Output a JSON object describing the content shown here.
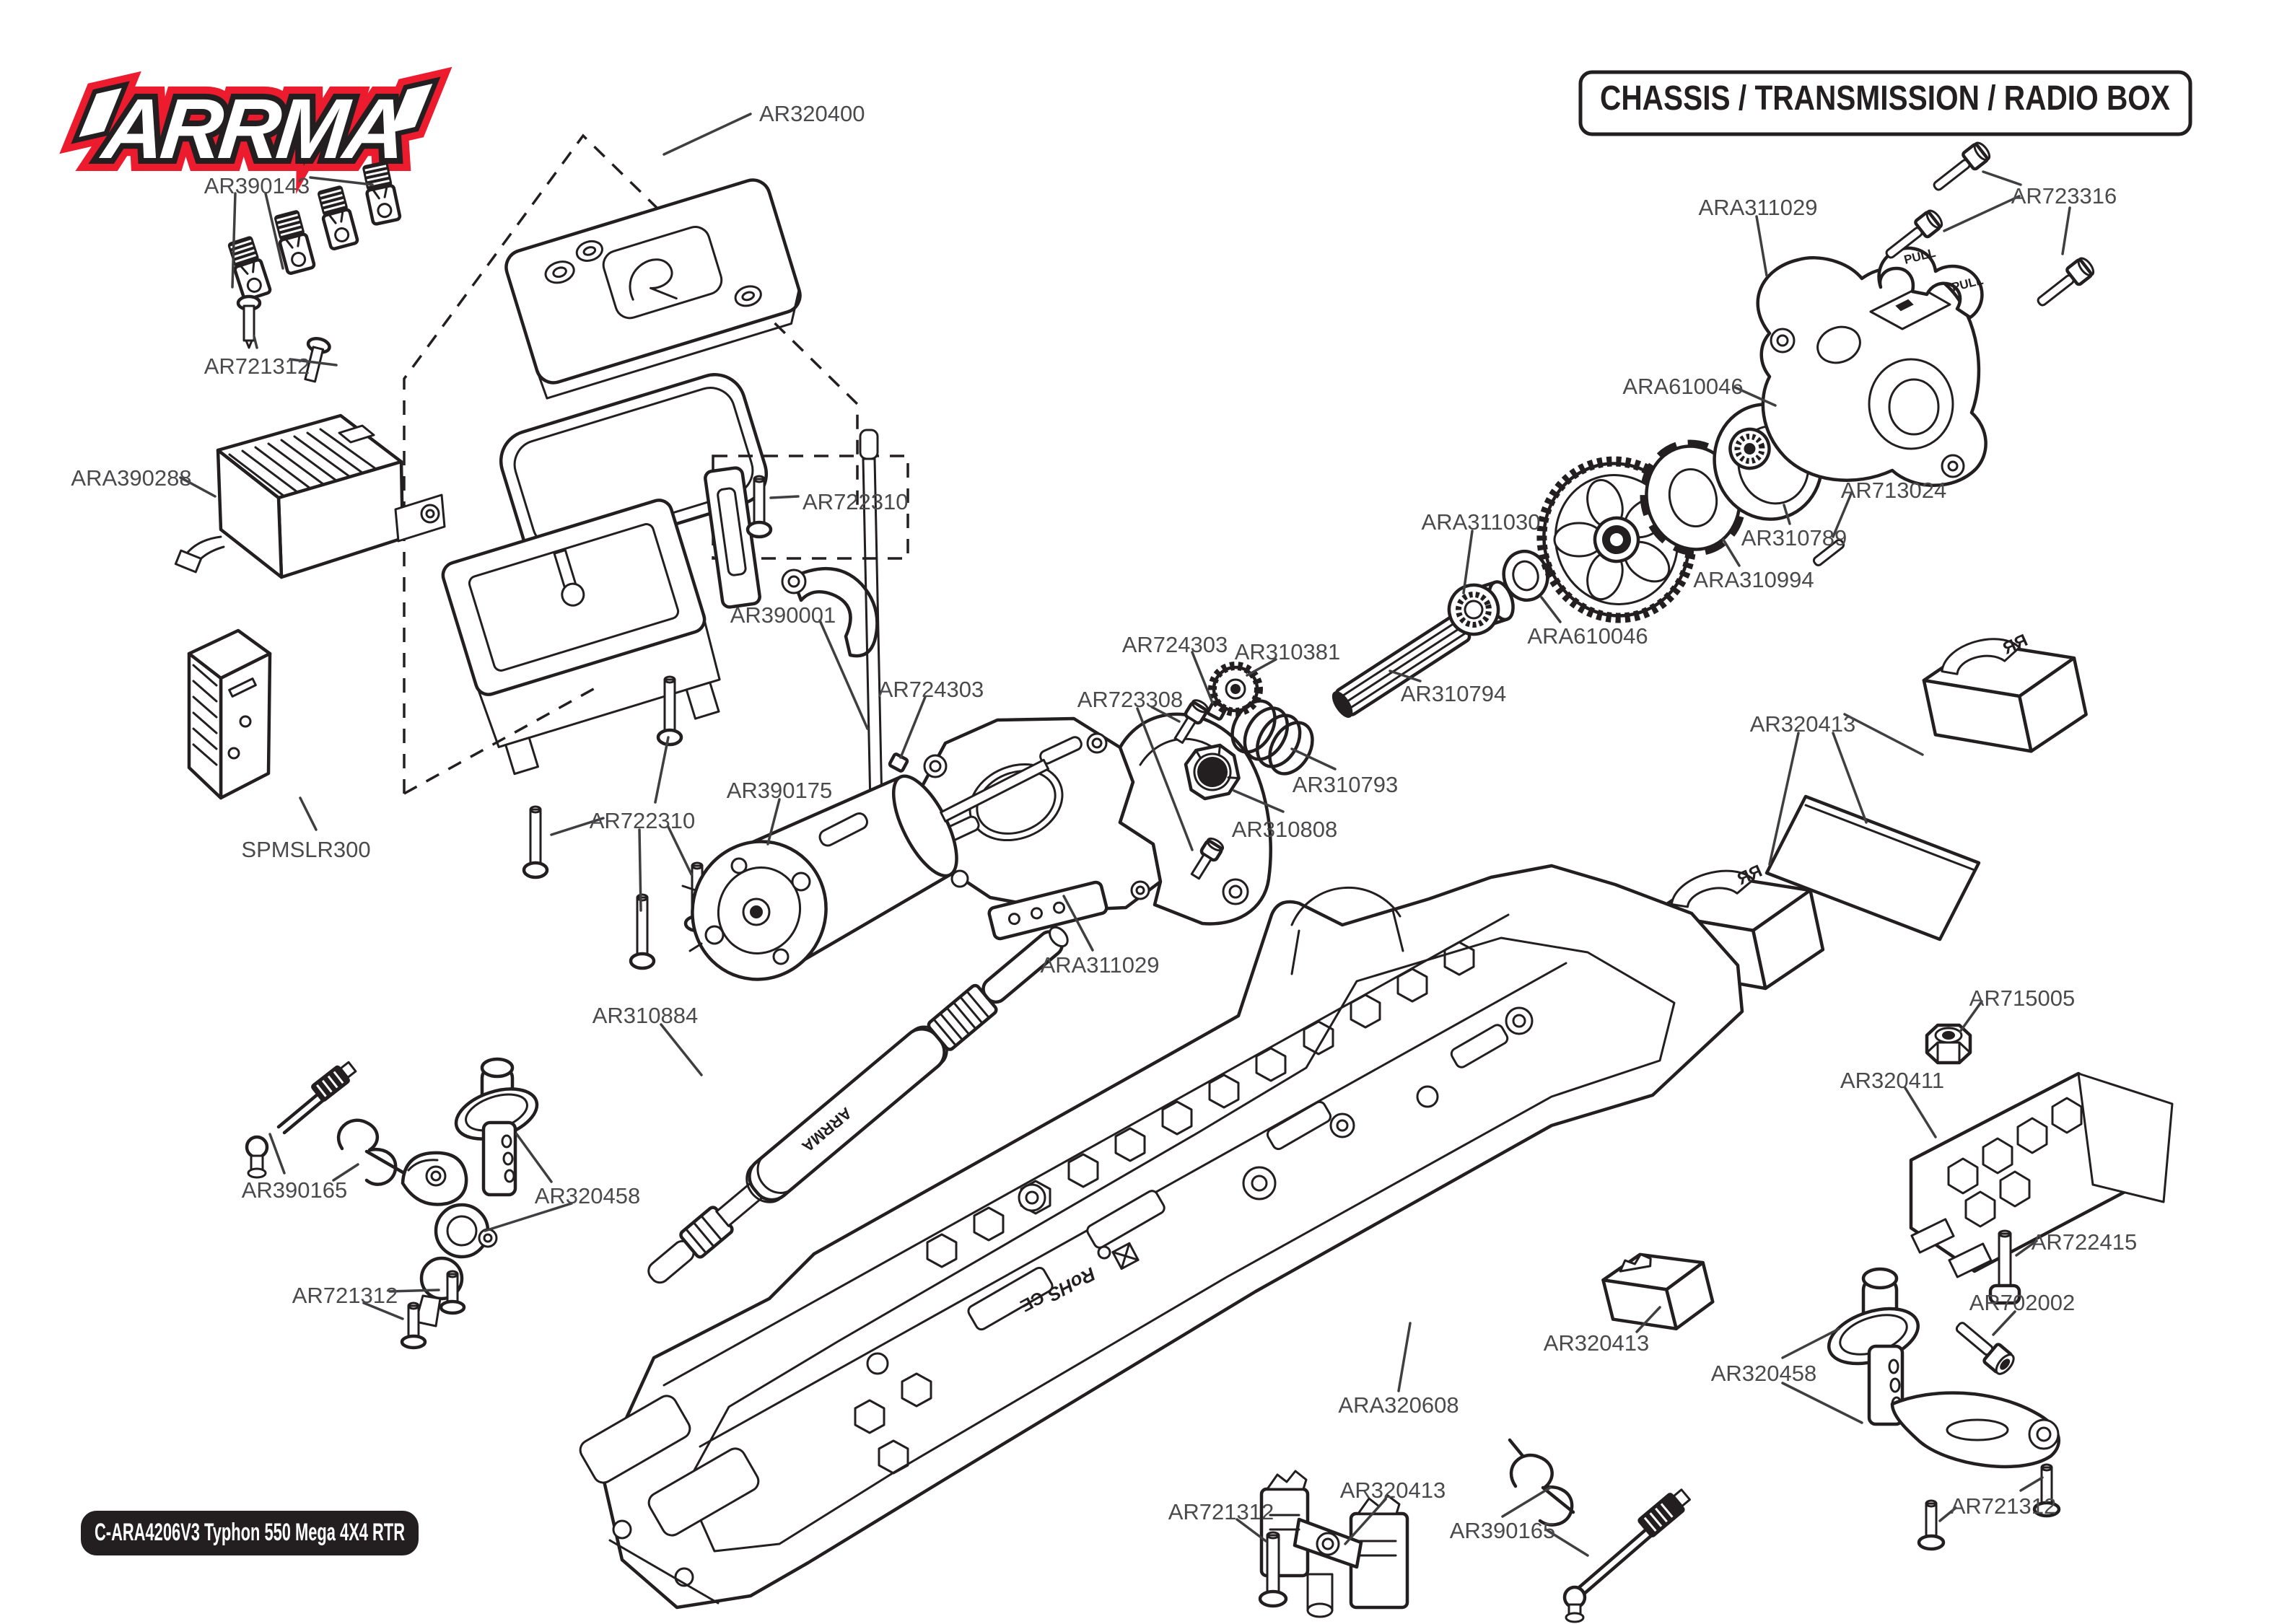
{
  "brand": {
    "name": "ARRMA"
  },
  "header": {
    "title": "CHASSIS / TRANSMISSION / RADIO BOX"
  },
  "footer": {
    "model_label": "C-ARA4206V3 Typhon 550 Mega 4X4 RTR"
  },
  "colors": {
    "line": "#231f20",
    "label_text": "#4a4a4c",
    "brand_red": "#ec1b2e",
    "background": "#ffffff"
  },
  "illustration_text": {
    "pull": "PULL",
    "rohs": "RoHS",
    "ce": "CE",
    "shaft_brand": "ARRMA",
    "rr": "RR"
  },
  "labels": {
    "ar320400": {
      "text": "AR320400"
    },
    "ar390143": {
      "text": "AR390143"
    },
    "ar721312_a": {
      "text": "AR721312"
    },
    "ara390288": {
      "text": "ARA390288"
    },
    "spmslr300": {
      "text": "SPMSLR300"
    },
    "ar722310_a": {
      "text": "AR722310"
    },
    "ar722310_b": {
      "text": "AR722310"
    },
    "ar390001": {
      "text": "AR390001"
    },
    "ar724303_a": {
      "text": "AR724303"
    },
    "ar724303_b": {
      "text": "AR724303"
    },
    "ar310381": {
      "text": "AR310381"
    },
    "ar723308": {
      "text": "AR723308"
    },
    "ar310793": {
      "text": "AR310793"
    },
    "ar310808": {
      "text": "AR310808"
    },
    "ar390175": {
      "text": "AR390175"
    },
    "ara311029_b": {
      "text": "ARA311029"
    },
    "ar310884": {
      "text": "AR310884"
    },
    "ar390165_a": {
      "text": "AR390165"
    },
    "ar320458_a": {
      "text": "AR320458"
    },
    "ar721312_b": {
      "text": "AR721312"
    },
    "ara311029_c": {
      "text": "ARA311029"
    },
    "ar723316": {
      "text": "AR723316"
    },
    "ara610046_a": {
      "text": "ARA610046"
    },
    "ar713024": {
      "text": "AR713024"
    },
    "ar310789": {
      "text": "AR310789"
    },
    "ara310994": {
      "text": "ARA310994"
    },
    "ara311030": {
      "text": "ARA311030"
    },
    "ara610046_b": {
      "text": "ARA610046"
    },
    "ar310794": {
      "text": "AR310794"
    },
    "ar320413_r": {
      "text": "AR320413"
    },
    "ar715005": {
      "text": "AR715005"
    },
    "ar320411": {
      "text": "AR320411"
    },
    "ar722415": {
      "text": "AR722415"
    },
    "ar702002": {
      "text": "AR702002"
    },
    "ar320458_b": {
      "text": "AR320458"
    },
    "ar320413_br": {
      "text": "AR320413"
    },
    "ara320608": {
      "text": "ARA320608"
    },
    "ar320413_bm": {
      "text": "AR320413"
    },
    "ar390165_b": {
      "text": "AR390165"
    },
    "ar721312_bm": {
      "text": "AR721312"
    },
    "ar721312_br": {
      "text": "AR721312"
    }
  }
}
